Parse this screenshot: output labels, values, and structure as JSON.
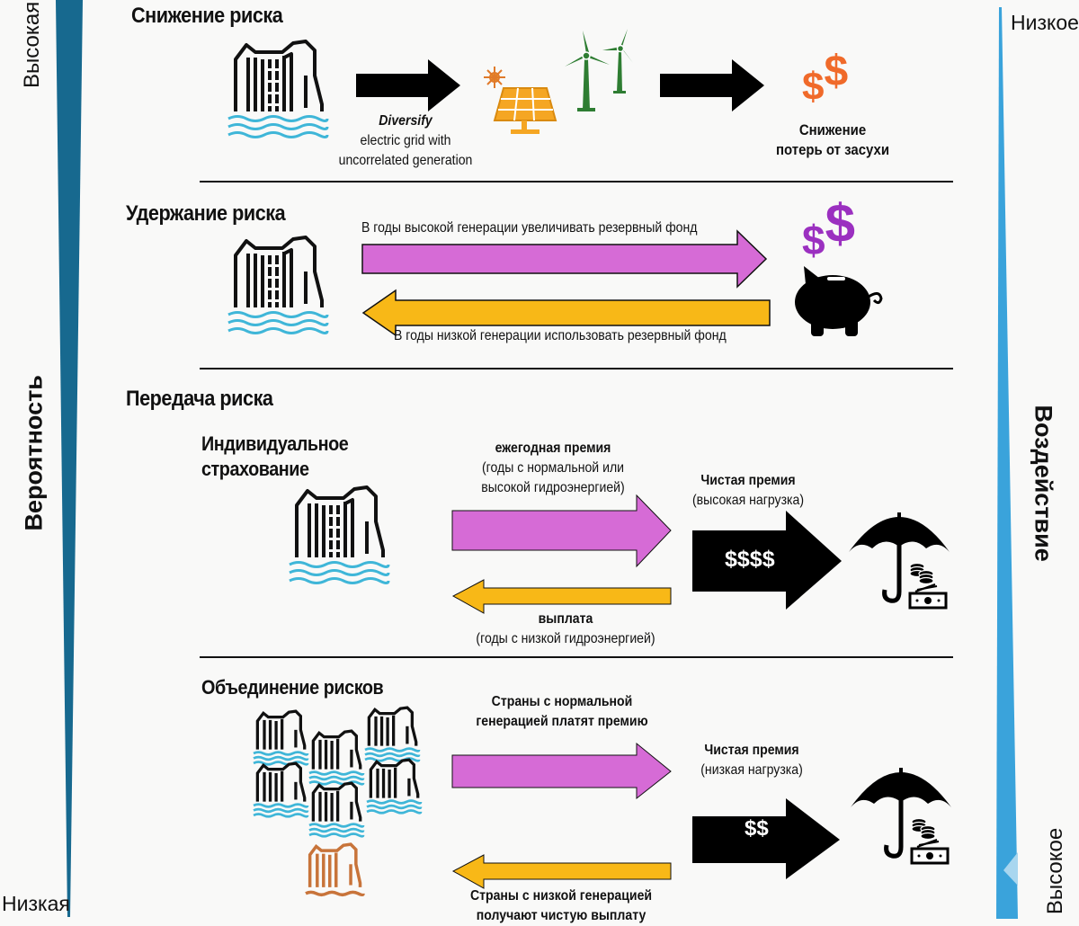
{
  "axes": {
    "left": {
      "title": "Вероятность",
      "top_label": "Высокая",
      "bottom_label": "Низкая",
      "color": "#17698f"
    },
    "right": {
      "title": "Воздействие",
      "top_label": "Низкое",
      "bottom_label": "Высокое",
      "color": "#3aa3db"
    }
  },
  "sections": {
    "reduction": {
      "title": "Снижение риска",
      "arrow_caption_emph": "Diversify",
      "arrow_caption_line1": "electric grid with",
      "arrow_caption_line2": "uncorrelated generation",
      "result_line1": "Снижение",
      "result_line2": "потерь от засухи",
      "dollar_symbol": "$",
      "dollar_color": "#f06a2a"
    },
    "retention": {
      "title": "Удержание риска",
      "arrow_top_text": "В годы высокой генерации увеличивать резервный фонд",
      "arrow_bottom_text": "В годы низкой генерации использовать резервный фонд",
      "dollar_symbol": "$",
      "dollar_color": "#9b30c0"
    },
    "transfer": {
      "title": "Передача риска",
      "individual": {
        "title_line1": "Индивидуальное",
        "title_line2": "страхование",
        "premium_title": "ежегодная премия",
        "premium_line1": "(годы с нормальной или",
        "premium_line2": "высокой гидроэнергией)",
        "payout_title": "выплата",
        "payout_line1": "(годы с низкой гидроэнергией)",
        "net_title": "Чистая премия",
        "net_sub": "(высокая нагрузка)",
        "net_amount": "$$$$"
      },
      "pooling": {
        "title": "Объединение рисков",
        "premium_line1": "Страны с нормальной",
        "premium_line2": "генерацией платят премию",
        "payout_line1": "Страны с низкой генерацией",
        "payout_line2": "получают чистую выплату",
        "net_title": "Чистая премия",
        "net_sub": "(низкая нагрузка)",
        "net_amount": "$$"
      }
    }
  },
  "colors": {
    "premium_arrow": "#d66bd6",
    "payout_arrow": "#f8b817",
    "water": "#3fb6d8",
    "solar": "#f5a623",
    "wind": "#2e7d32",
    "dry_dam": "#c8743a"
  }
}
